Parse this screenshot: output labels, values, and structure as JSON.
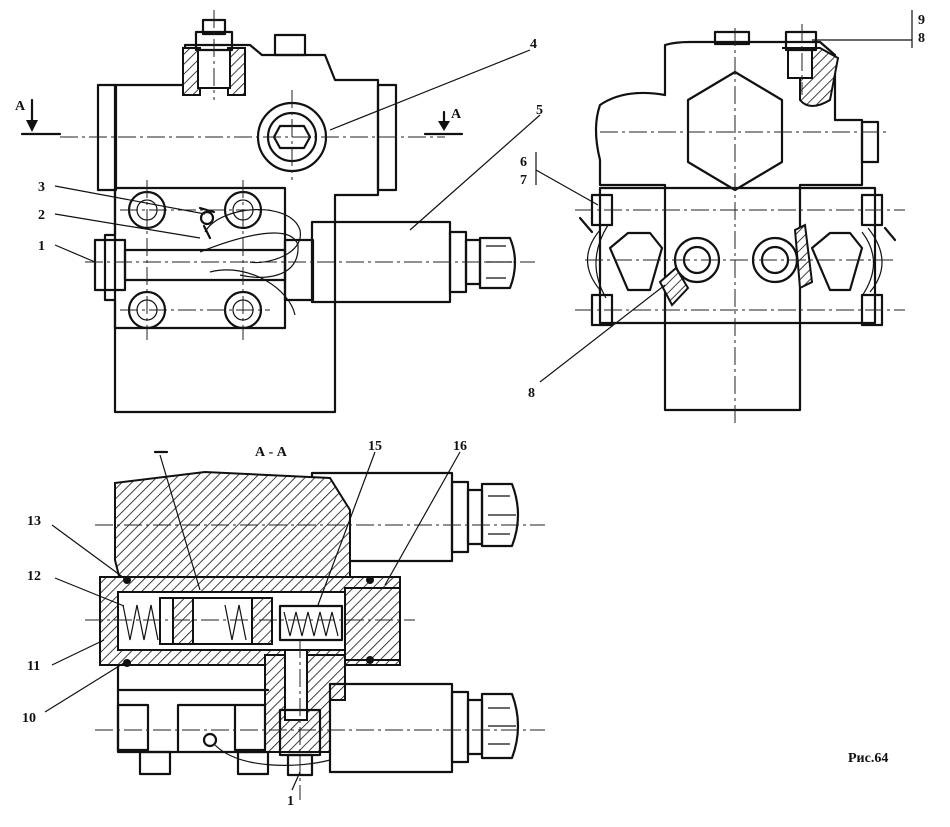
{
  "section_marks": {
    "left": "А",
    "right": "А",
    "view_title": "А - А"
  },
  "figure_caption": "Рис.64",
  "callouts": {
    "c1_top": "1",
    "c2": "2",
    "c3": "3",
    "c4": "4",
    "c5": "5",
    "c6": "6",
    "c7": "7",
    "c8_lower": "8",
    "c8_top": "8",
    "c9": "9",
    "c10": "10",
    "c11": "11",
    "c12": "12",
    "c13": "13",
    "c15": "15",
    "c16": "16",
    "c1_bottom": "1"
  }
}
